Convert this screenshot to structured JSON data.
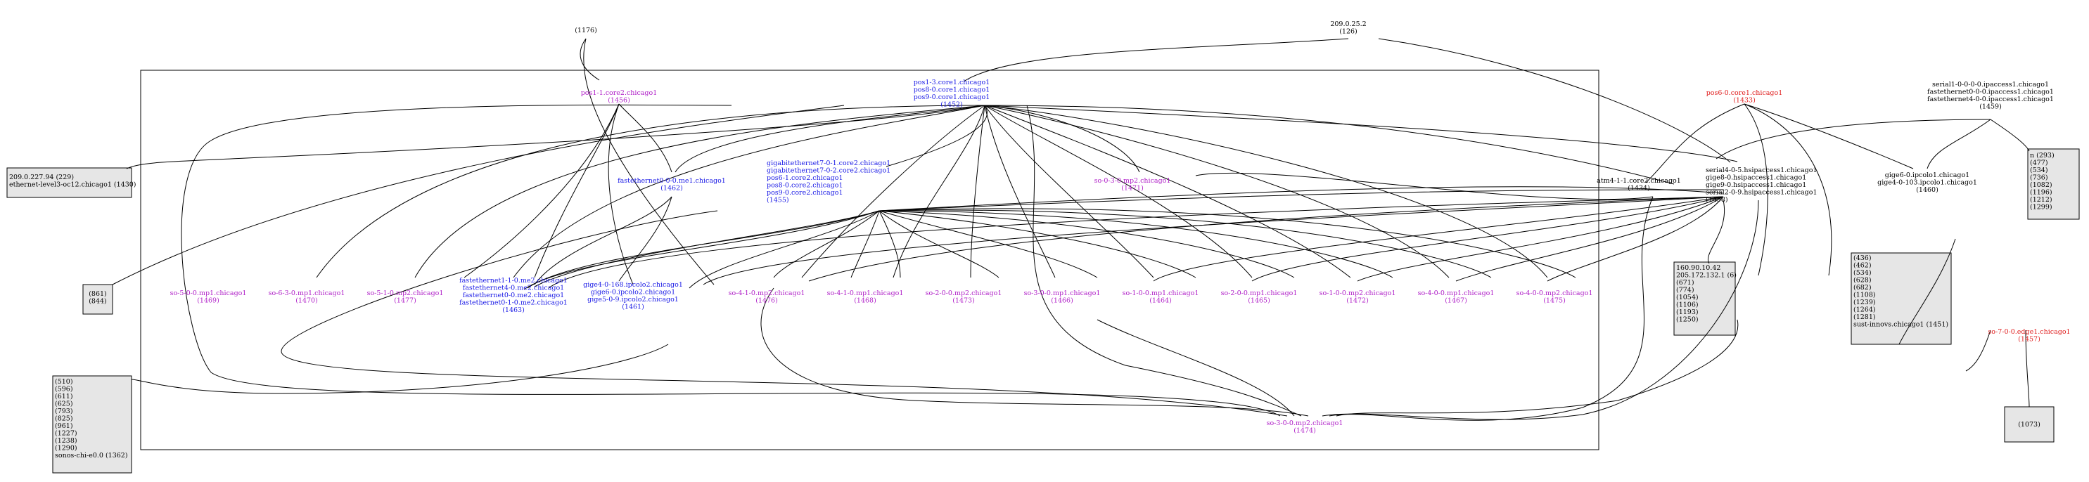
{
  "colors": {
    "blue": "#1a1ae6",
    "magenta": "#b020c8",
    "red": "#e02020",
    "black": "#000000",
    "box_fill": "#e6e6e6"
  },
  "nodes": {
    "n1176": {
      "lines": [
        "(1176)"
      ],
      "color": "black"
    },
    "n209_25": {
      "lines": [
        "209.0.25.2",
        "(126)"
      ],
      "color": "black"
    },
    "pos1_1": {
      "lines": [
        "pos1-1.core2.chicago1",
        "(1456)"
      ],
      "color": "magenta"
    },
    "core1_1452": {
      "lines": [
        "pos1-3.core1.chicago1",
        "pos8-0.core1.chicago1",
        "pos9-0.core1.chicago1",
        "(1452)"
      ],
      "color": "blue"
    },
    "pos6_0": {
      "lines": [
        "pos6-0.core1.chicago1",
        "(1433)"
      ],
      "color": "red"
    },
    "serial1_1459": {
      "lines": [
        "serial1-0-0-0-0.ipaccess1.chicago1",
        "fastethernet0-0-0.ipaccess1.chicago1",
        "fastethernet4-0-0.ipaccess1.chicago1",
        "(1459)"
      ],
      "color": "black"
    },
    "fe_1462": {
      "lines": [
        "fastethernet0-0-0.me1.chicago1",
        "(1462)"
      ],
      "color": "blue"
    },
    "ge_1455": {
      "lines": [
        "gigabitethernet7-0-1.core2.chicago1",
        "gigabitethernet7-0-2.core2.chicago1",
        "pos6-1.core2.chicago1",
        "pos8-0.core2.chicago1",
        "pos9-0.core2.chicago1",
        "(1455)"
      ],
      "color": "blue"
    },
    "so_0_3_0_1471": {
      "lines": [
        "so-0-3-0.mp2.chicago1",
        "(1471)"
      ],
      "color": "magenta"
    },
    "atm4_1434": {
      "lines": [
        "atm4-1-1.core2.chicago1",
        "(1434)"
      ],
      "color": "black"
    },
    "serial4_1458": {
      "lines": [
        "serial4-0-5.hsipaccess1.chicago1",
        "gige8-0.hsipaccess1.chicago1",
        "gige9-0.hsipaccess1.chicago1",
        "serial2-0-9.hsipaccess1.chicago1",
        "(1458)"
      ],
      "color": "black"
    },
    "gige_1460": {
      "lines": [
        "gige6-0.ipcolo1.chicago1",
        "gige4-0-103.ipcolo1.chicago1",
        "(1460)"
      ],
      "color": "black"
    },
    "so_5_0_0_1469": {
      "lines": [
        "so-5-0-0.mp1.chicago1",
        "(1469)"
      ],
      "color": "magenta"
    },
    "so_6_3_0_1470": {
      "lines": [
        "so-6-3-0.mp1.chicago1",
        "(1470)"
      ],
      "color": "magenta"
    },
    "so_5_1_0_1477": {
      "lines": [
        "so-5-1-0.mp2.chicago1",
        "(1477)"
      ],
      "color": "magenta"
    },
    "fe_1463": {
      "lines": [
        "fastethernet1-1-0.me2.chicago1",
        "fastethernet4-0.me2.chicago1",
        "fastethernet0-0.me2.chicago1",
        "fastethernet0-1-0.me2.chicago1",
        "(1463)"
      ],
      "color": "blue"
    },
    "gige_1461": {
      "lines": [
        "gige4-0-168.ipcolo2.chicago1",
        "gige6-0.ipcolo2.chicago1",
        "gige5-0-9.ipcolo2.chicago1",
        "(1461)"
      ],
      "color": "blue"
    },
    "so_4_1_0_1476": {
      "lines": [
        "so-4-1-0.mp2.chicago1",
        "(1476)"
      ],
      "color": "magenta"
    },
    "so_4_1_0_1468": {
      "lines": [
        "so-4-1-0.mp1.chicago1",
        "(1468)"
      ],
      "color": "magenta"
    },
    "so_2_0_0_1473": {
      "lines": [
        "so-2-0-0.mp2.chicago1",
        "(1473)"
      ],
      "color": "magenta"
    },
    "so_3_0_0_1466": {
      "lines": [
        "so-3-0-0.mp1.chicago1",
        "(1466)"
      ],
      "color": "magenta"
    },
    "so_1_0_0_1464": {
      "lines": [
        "so-1-0-0.mp1.chicago1",
        "(1464)"
      ],
      "color": "magenta"
    },
    "so_2_0_0_1465": {
      "lines": [
        "so-2-0-0.mp1.chicago1",
        "(1465)"
      ],
      "color": "magenta"
    },
    "so_1_0_0_1472": {
      "lines": [
        "so-1-0-0.mp2.chicago1",
        "(1472)"
      ],
      "color": "magenta"
    },
    "so_4_0_0_1467": {
      "lines": [
        "so-4-0-0.mp1.chicago1",
        "(1467)"
      ],
      "color": "magenta"
    },
    "so_4_0_0_1475": {
      "lines": [
        "so-4-0-0.mp2.chicago1",
        "(1475)"
      ],
      "color": "magenta"
    },
    "so_7_0_0_1457": {
      "lines": [
        "so-7-0-0.edge1.chicago1",
        "(1457)"
      ],
      "color": "red"
    },
    "so_3_0_0_1474": {
      "lines": [
        "so-3-0-0.mp2.chicago1",
        "(1474)"
      ],
      "color": "magenta"
    },
    "box_left": {
      "lines": [
        "209.0.227.94 (229)",
        "ethernet-level3-oc12.chicago1 (1430)"
      ],
      "color": "black"
    },
    "box_861": {
      "lines": [
        "(861)",
        "(844)"
      ],
      "color": "black"
    },
    "box_510": {
      "lines": [
        "(510)",
        "(596)",
        "(611)",
        "(625)",
        "(793)",
        "(825)",
        "(961)",
        "(1227)",
        "(1238)",
        "(1290)",
        "sonos-chi-e0.0 (1362)"
      ],
      "color": "black"
    },
    "box_160": {
      "lines": [
        "160.90.10.42",
        "205.172.132.1 (6)",
        "(671)",
        "(774)",
        "(1054)",
        "(1106)",
        "(1193)",
        "(1250)"
      ],
      "color": "black"
    },
    "box_436": {
      "lines": [
        "(436)",
        "(462)",
        "(534)",
        "(628)",
        "(682)",
        "(1108)",
        "(1239)",
        "(1264)",
        "(1281)",
        "sust-innovs.chicago1 (1451)"
      ],
      "color": "black"
    },
    "box_293": {
      "lines": [
        "n (293)",
        "(477)",
        "(534)",
        "(736)",
        "(1082)",
        "(1196)",
        "(1212)",
        "(1299)"
      ],
      "color": "black"
    },
    "box_1073": {
      "lines": [
        "(1073)"
      ],
      "color": "black"
    }
  }
}
